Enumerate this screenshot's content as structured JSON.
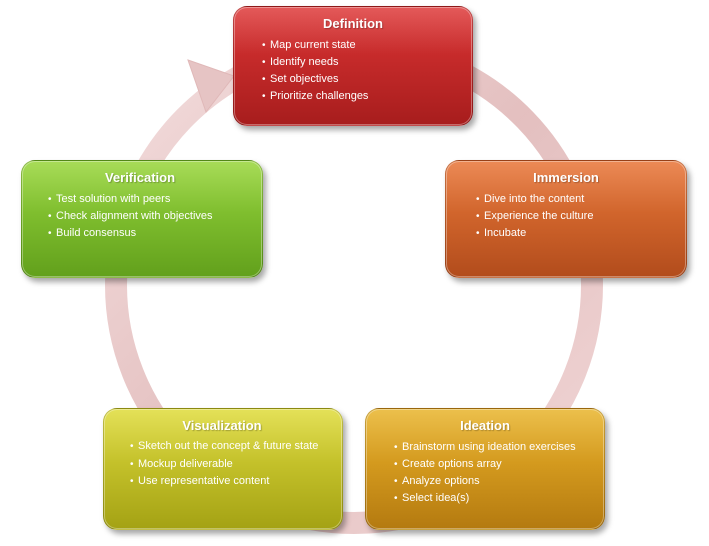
{
  "stages": [
    {
      "title": "Definition",
      "items": [
        "Map current state",
        "Identify needs",
        "Set objectives",
        "Prioritize challenges"
      ]
    },
    {
      "title": "Immersion",
      "items": [
        "Dive into the content",
        "Experience the culture",
        "Incubate"
      ]
    },
    {
      "title": "Ideation",
      "items": [
        "Brainstorm using ideation exercises",
        "Create options array",
        "Analyze options",
        "Select idea(s)"
      ]
    },
    {
      "title": "Visualization",
      "items": [
        "Sketch out the concept & future state",
        "Mockup deliverable",
        "Use representative content"
      ]
    },
    {
      "title": "Verification",
      "items": [
        "Test solution with peers",
        "Check alignment with objectives",
        "Build consensus"
      ]
    }
  ],
  "colors": {
    "definition": "#c72b2b",
    "immersion": "#d1652c",
    "ideation": "#d49a1e",
    "visualization": "#c4c12a",
    "verification": "#7fbe2e",
    "cycle_arrow": "#e8c8c8"
  }
}
